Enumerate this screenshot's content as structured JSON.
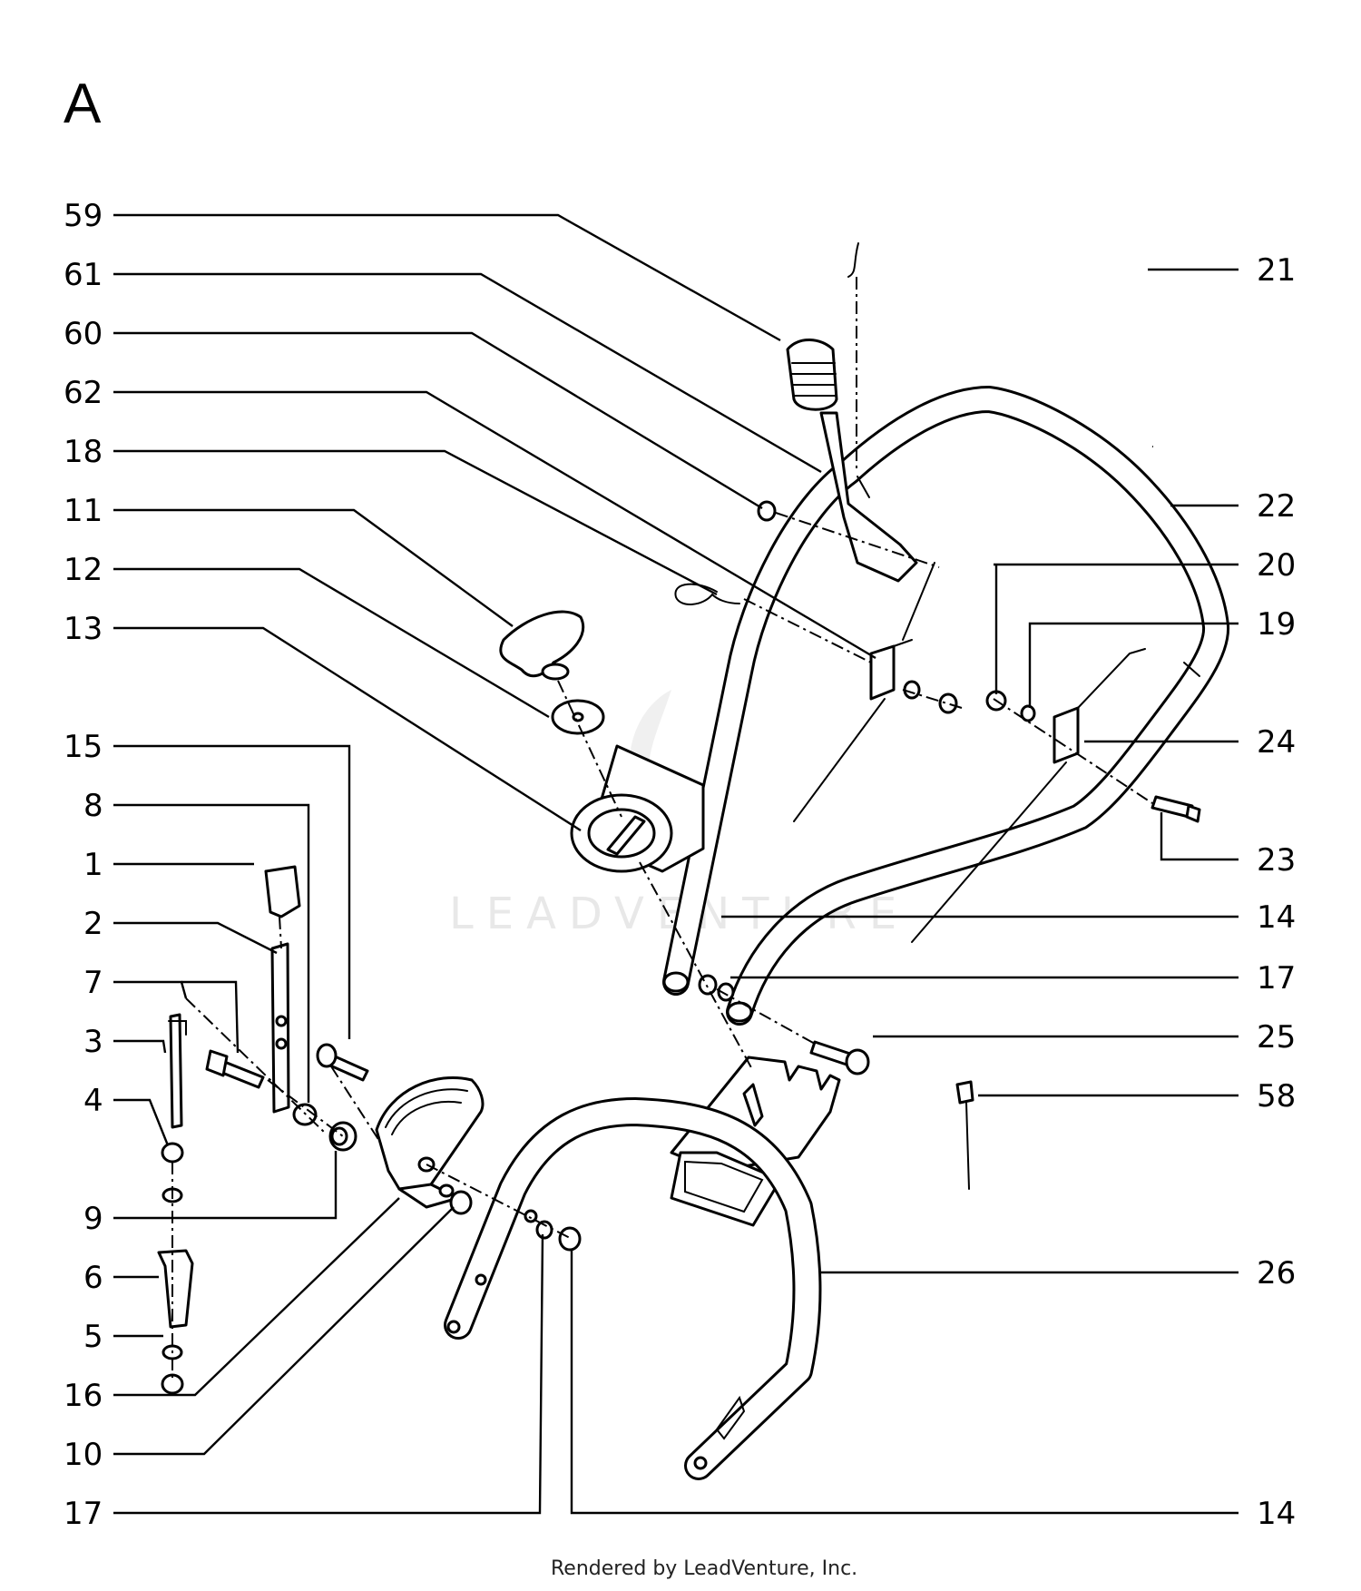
{
  "diagram": {
    "section_letter": "A",
    "footer": "Rendered by LeadVenture, Inc.",
    "watermark": "LEADVENTURE",
    "callouts_left": [
      "59",
      "61",
      "60",
      "62",
      "18",
      "11",
      "12",
      "13",
      "15",
      "8",
      "1",
      "2",
      "7",
      "3",
      "4",
      "9",
      "6",
      "5",
      "16",
      "10",
      "17"
    ],
    "callouts_right": [
      "21",
      "22",
      "20",
      "19",
      "24",
      "23",
      "14",
      "17",
      "25",
      "58",
      "26",
      "14"
    ]
  }
}
